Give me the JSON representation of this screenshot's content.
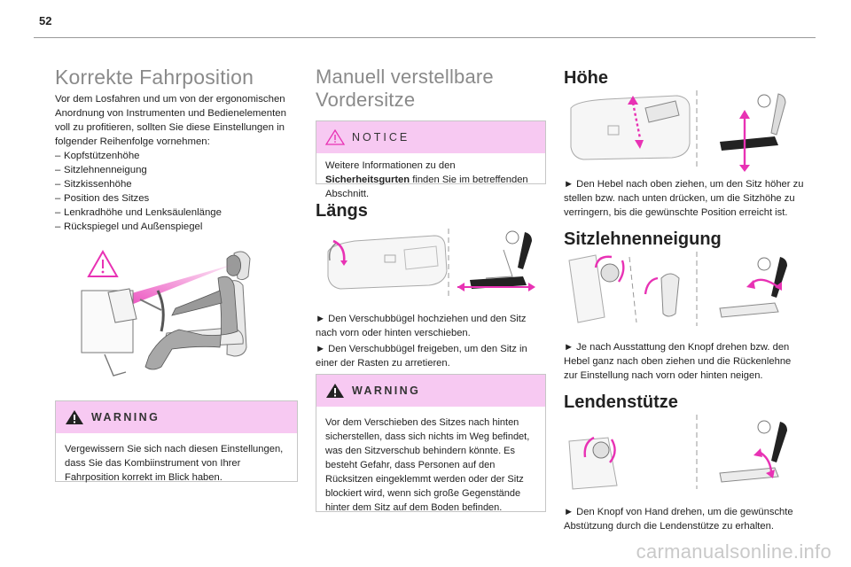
{
  "page": {
    "number": "52"
  },
  "colors": {
    "accent_pink": "#e832b4",
    "box_header": "#f7c9f2",
    "rule": "#9a9a9a"
  },
  "col1": {
    "title": "Korrekte Fahrposition",
    "intro": "Vor dem Losfahren und um von der ergonomischen Anordnung von Instrumenten und Bedienelementen voll zu profitieren, sollten Sie diese Einstellungen in folgender Reihenfolge vornehmen:",
    "list": [
      "Kopfstützenhöhe",
      "Sitzlehnenneigung",
      "Sitzkissenhöhe",
      "Position des Sitzes",
      "Lenkradhöhe und Lenksäulenlänge",
      "Rückspiegel und Außenspiegel"
    ],
    "warning": {
      "icon": "warning-triangle-icon",
      "title": "WARNING",
      "text": "Vergewissern Sie sich nach diesen Einstellungen, dass Sie das Kombiinstrument von Ihrer Fahrposition korrekt im Blick haben."
    }
  },
  "col2": {
    "title_line1": "Manuell verstellbare",
    "title_line2": "Vordersitze",
    "notice": {
      "icon": "notice-triangle-icon",
      "title": "NOTICE",
      "text_pre": "Weitere Informationen zu den ",
      "text_bold": "Sicherheitsgurten",
      "text_post": " finden Sie im betreffenden Abschnitt."
    },
    "laengs": {
      "heading": "Längs",
      "step1": "► Den Verschubbügel hochziehen und den Sitz nach vorn oder hinten verschieben.",
      "step2": "► Den Verschubbügel freigeben, um den Sitz in einer der Rasten zu arretieren."
    },
    "warning": {
      "icon": "warning-triangle-icon",
      "title": "WARNING",
      "text": "Vor dem Verschieben des Sitzes nach hinten sicherstellen, dass sich nichts im Weg befindet, was den Sitzverschub behindern könnte. Es besteht Gefahr, dass Personen auf den Rücksitzen eingeklemmt werden oder der Sitz blockiert wird, wenn sich große Gegenstände hinter dem Sitz auf dem Boden befinden."
    }
  },
  "col3": {
    "hoehe": {
      "heading": "Höhe",
      "text": "► Den Hebel nach oben ziehen, um den Sitz höher zu stellen bzw. nach unten drücken, um die Sitzhöhe zu verringern, bis die gewünschte Position erreicht ist."
    },
    "lehne": {
      "heading": "Sitzlehnenneigung",
      "text": "► Je nach Ausstattung den Knopf drehen bzw. den Hebel ganz nach oben ziehen und die Rückenlehne zur Einstellung nach vorn oder hinten neigen."
    },
    "lenden": {
      "heading": "Lendenstütze",
      "text": "► Den Knopf von Hand drehen, um die gewünschte Abstützung durch die Lendenstütze zu erhalten."
    }
  },
  "watermark": "carmanualsonline.info"
}
